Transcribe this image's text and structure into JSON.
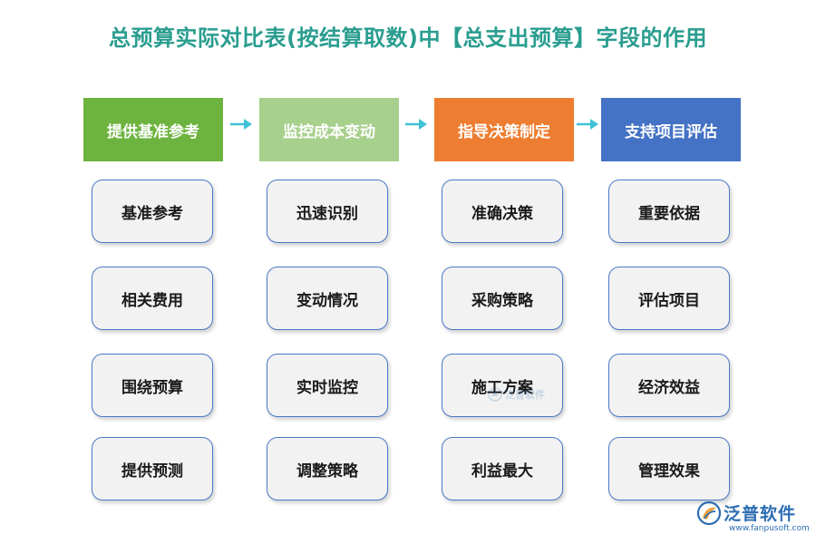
{
  "title": "总预算实际对比表(按结算取数)中【总支出预算】字段的作用",
  "columns": [
    {
      "header": "提供基准参考",
      "color": "#6db33f",
      "items": [
        "基准参考",
        "相关费用",
        "围绕预算",
        "提供预测"
      ]
    },
    {
      "header": "监控成本变动",
      "color": "#a8d08d",
      "items": [
        "迅速识别",
        "变动情况",
        "实时监控",
        "调整策略"
      ]
    },
    {
      "header": "指导决策制定",
      "color": "#ed7d31",
      "items": [
        "准确决策",
        "采购策略",
        "施工方案",
        "利益最大"
      ]
    },
    {
      "header": "支持项目评估",
      "color": "#4472c4",
      "items": [
        "重要依据",
        "评估项目",
        "经济效益",
        "管理效果"
      ]
    }
  ],
  "arrow_color": "#3fc1d6",
  "watermark": "泛普软件",
  "logo": {
    "name": "泛普软件",
    "url": "www.fanpusoft.com"
  }
}
